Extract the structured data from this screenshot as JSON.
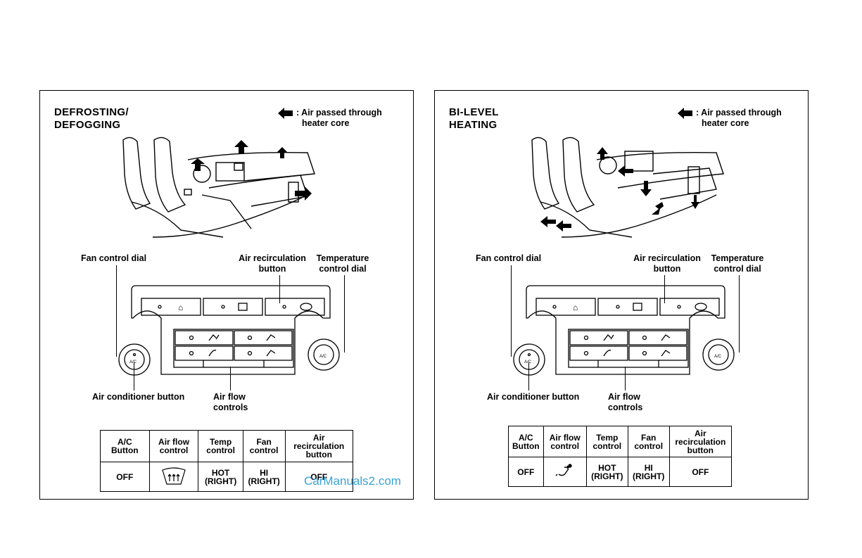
{
  "left": {
    "title_line1": "DEFROSTING/",
    "title_line2": "DEFOGGING",
    "legend_line1": ": Air passed through",
    "legend_line2": "heater core",
    "fan_label": "Fan control dial",
    "recirc_line1": "Air recirculation",
    "recirc_line2": "button",
    "temp_line1": "Temperature",
    "temp_line2": "control dial",
    "ac_label": "Air conditioner button",
    "airflow_line1": "Air flow",
    "airflow_line2": "controls",
    "table_headers": [
      "A/C\nButton",
      "Air flow\ncontrol",
      "Temp\ncontrol",
      "Fan\ncontrol",
      "Air\nrecirculation\nbutton"
    ],
    "table_values": {
      "ac": "OFF",
      "airflow_icon": "defrost-icon",
      "temp": "HOT\n(RIGHT)",
      "fan": "HI\n(RIGHT)",
      "recirc": "OFF"
    },
    "watermark": "CarManuals2.com"
  },
  "right": {
    "title_line1": "BI-LEVEL",
    "title_line2": "HEATING",
    "legend_line1": ": Air passed through",
    "legend_line2": "heater core",
    "fan_label": "Fan control dial",
    "recirc_line1": "Air recirculation",
    "recirc_line2": "button",
    "temp_line1": "Temperature",
    "temp_line2": "control dial",
    "ac_label": "Air conditioner button",
    "airflow_line1": "Air flow",
    "airflow_line2": "controls",
    "table_headers": [
      "A/C\nButton",
      "Air flow\ncontrol",
      "Temp\ncontrol",
      "Fan\ncontrol",
      "Air\nrecirculation\nbutton"
    ],
    "table_values": {
      "ac": "OFF",
      "airflow_icon": "bi-level-icon",
      "temp": "HOT\n(RIGHT)",
      "fan": "HI\n(RIGHT)",
      "recirc": "OFF"
    }
  },
  "panel_labels": {
    "ac_button": "A/C"
  }
}
